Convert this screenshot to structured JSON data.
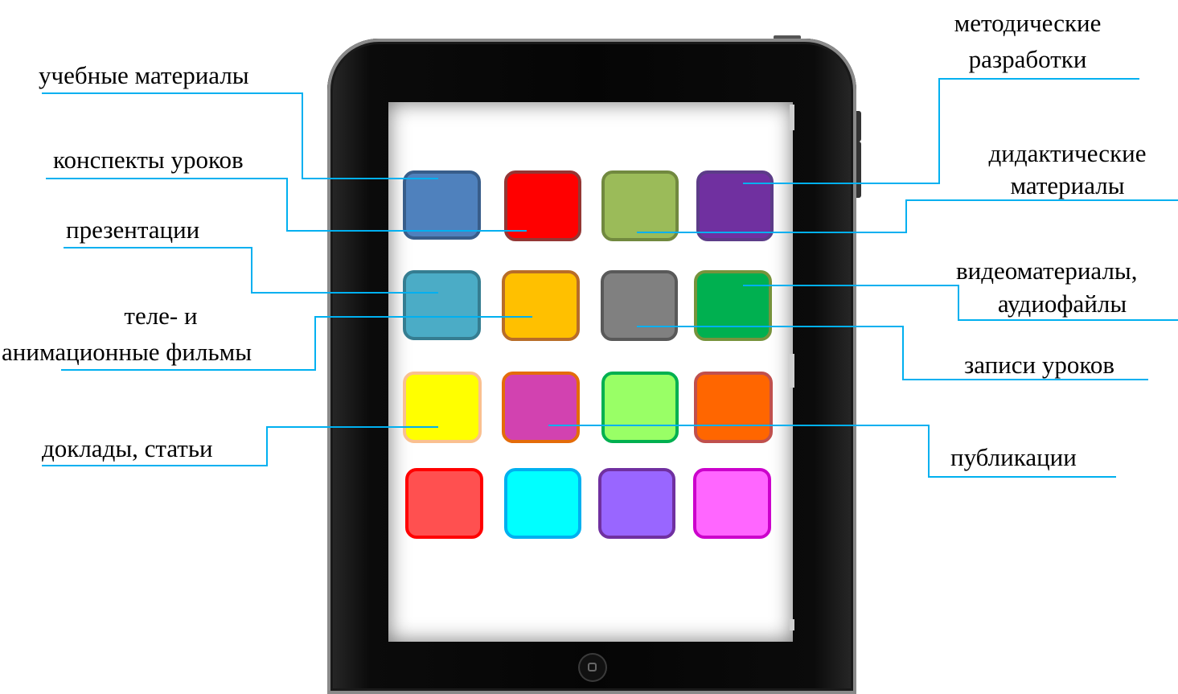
{
  "labels": {
    "uchebnye": "учебные материалы",
    "konspekty": "конспекты уроков",
    "prezentacii": "презентации",
    "tele_line1": "теле- и",
    "tele_line2": "анимационные фильмы",
    "doklady": "доклады, статьи",
    "metod_line1": "методические",
    "metod_line2": "разработки",
    "didakt_line1": "дидактические",
    "didakt_line2": "материалы",
    "video_line1": "видеоматериалы,",
    "video_line2": "аудиофайлы",
    "zapisi": "записи уроков",
    "publikacii": "публикации"
  },
  "tiles": [
    {
      "fill": "#4f81bd",
      "border": "#385d8a"
    },
    {
      "fill": "#ff0000",
      "border": "#943634"
    },
    {
      "fill": "#9bbb59",
      "border": "#71893f"
    },
    {
      "fill": "#7030a0",
      "border": "#5c3c88"
    },
    {
      "fill": "#4bacc6",
      "border": "#357d91"
    },
    {
      "fill": "#ffc000",
      "border": "#b86d28"
    },
    {
      "fill": "#808080",
      "border": "#595959"
    },
    {
      "fill": "#00b050",
      "border": "#77933c"
    },
    {
      "fill": "#ffff00",
      "border": "#fac090"
    },
    {
      "fill": "#d242b0",
      "border": "#e46c0a"
    },
    {
      "fill": "#99ff66",
      "border": "#00b050"
    },
    {
      "fill": "#ff6600",
      "border": "#c0504d"
    },
    {
      "fill": "#ff5050",
      "border": "#ff0000"
    },
    {
      "fill": "#00ffff",
      "border": "#00b0f0"
    },
    {
      "fill": "#9966ff",
      "border": "#7030a0"
    },
    {
      "fill": "#ff66ff",
      "border": "#cc00cc"
    }
  ],
  "leader_color": "#00b0f0"
}
